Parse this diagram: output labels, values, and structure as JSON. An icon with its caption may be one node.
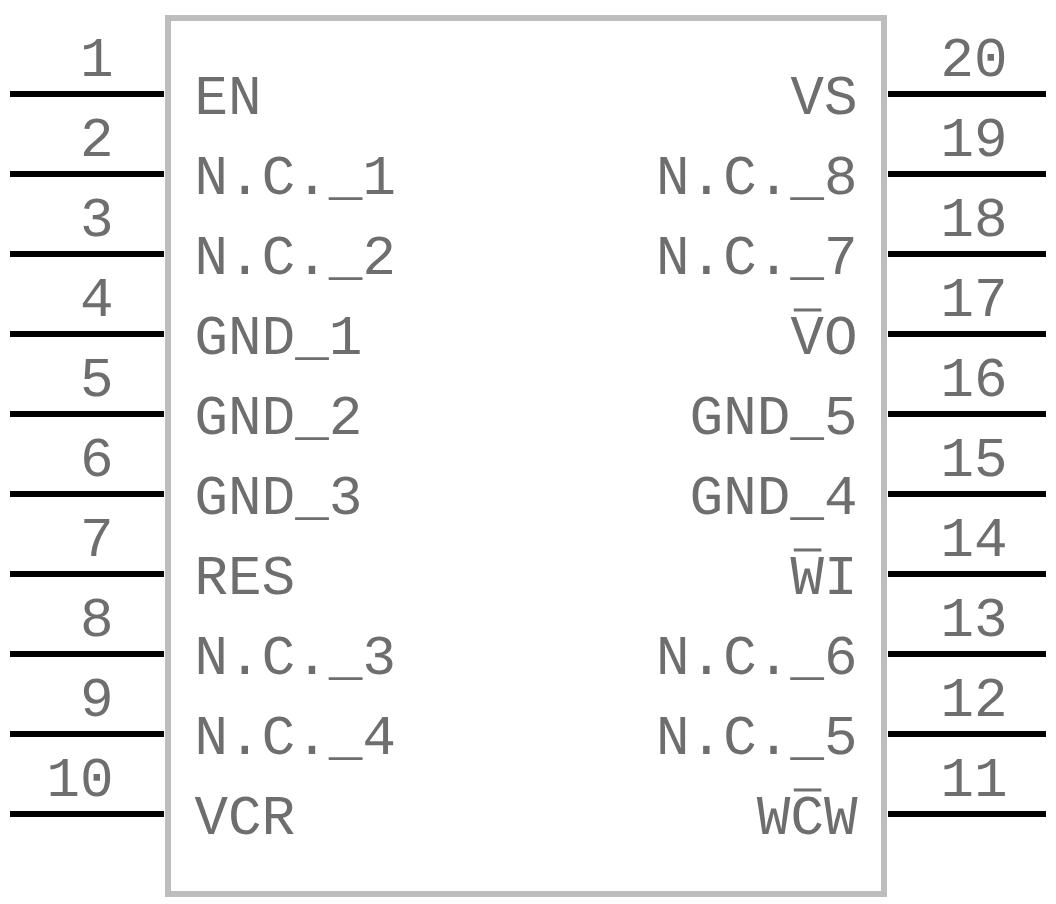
{
  "diagram": {
    "nodes": [
      {
        "text": [
          "EN",
          "N.C._1",
          "N.C._2",
          "GND_1",
          "GND_2",
          "GND_3",
          "RES",
          "N.C._3",
          "N.C._4",
          "VCR",
          "WCW",
          "N.C._5",
          "N.C._6",
          "WI",
          "GND_4",
          "GND_5",
          "VO",
          "N.C._7",
          "N.C._8",
          "VS"
        ]
      }
    ],
    "labels": [
      "1",
      "2",
      "3",
      "4",
      "5",
      "6",
      "7",
      "8",
      "9",
      "10",
      "11",
      "12",
      "13",
      "14",
      "15",
      "16",
      "17",
      "18",
      "19",
      "20"
    ]
  }
}
